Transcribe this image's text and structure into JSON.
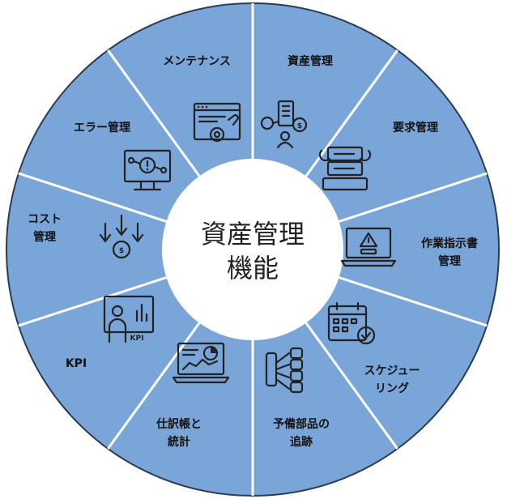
{
  "center": {
    "line1": "資産管理",
    "line2": "機能"
  },
  "segments": [
    {
      "icon": "assets-network-icon",
      "lines": [
        "資産管理"
      ]
    },
    {
      "icon": "server-wrench-icon",
      "lines": [
        "要求管理"
      ]
    },
    {
      "icon": "laptop-warning-icon",
      "lines": [
        "作業指示書",
        "管理"
      ]
    },
    {
      "icon": "calendar-check-icon",
      "lines": [
        "スケジュー",
        "リング"
      ]
    },
    {
      "icon": "parts-tracking-icon",
      "lines": [
        "予備部品の",
        "追跡"
      ]
    },
    {
      "icon": "laptop-analytics-icon",
      "lines": [
        "仕訳帳と",
        "統計"
      ]
    },
    {
      "icon": "kpi-presentation-icon",
      "lines": [
        "KPI"
      ]
    },
    {
      "icon": "cost-down-arrows-icon",
      "lines": [
        "コスト",
        "管理"
      ]
    },
    {
      "icon": "monitor-error-icon",
      "lines": [
        "エラー管理"
      ]
    },
    {
      "icon": "browser-settings-icon",
      "lines": [
        "メンテナンス"
      ]
    }
  ],
  "colors": {
    "segment": "#7aa5d8",
    "divider": "#ffffff",
    "outline": "#2b3a55",
    "center": "#ffffff"
  },
  "icon_texts": {
    "kpi": "KPI",
    "dollar": "$"
  }
}
